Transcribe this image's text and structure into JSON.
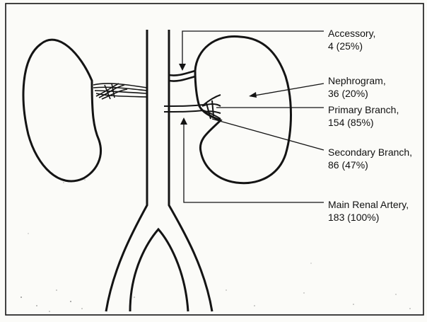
{
  "colors": {
    "background": "#fbfbf8",
    "ink": "#141414"
  },
  "labels": {
    "accessory": {
      "name": "Accessory,",
      "value": "4 (25%)"
    },
    "nephrogram": {
      "name": "Nephrogram,",
      "value": "36 (20%)"
    },
    "primary": {
      "name": "Primary Branch,",
      "value": "154 (85%)"
    },
    "secondary": {
      "name": "Secondary Branch,",
      "value": "86 (47%)"
    },
    "main": {
      "name": "Main Renal Artery,",
      "value": "183 (100%)"
    }
  }
}
